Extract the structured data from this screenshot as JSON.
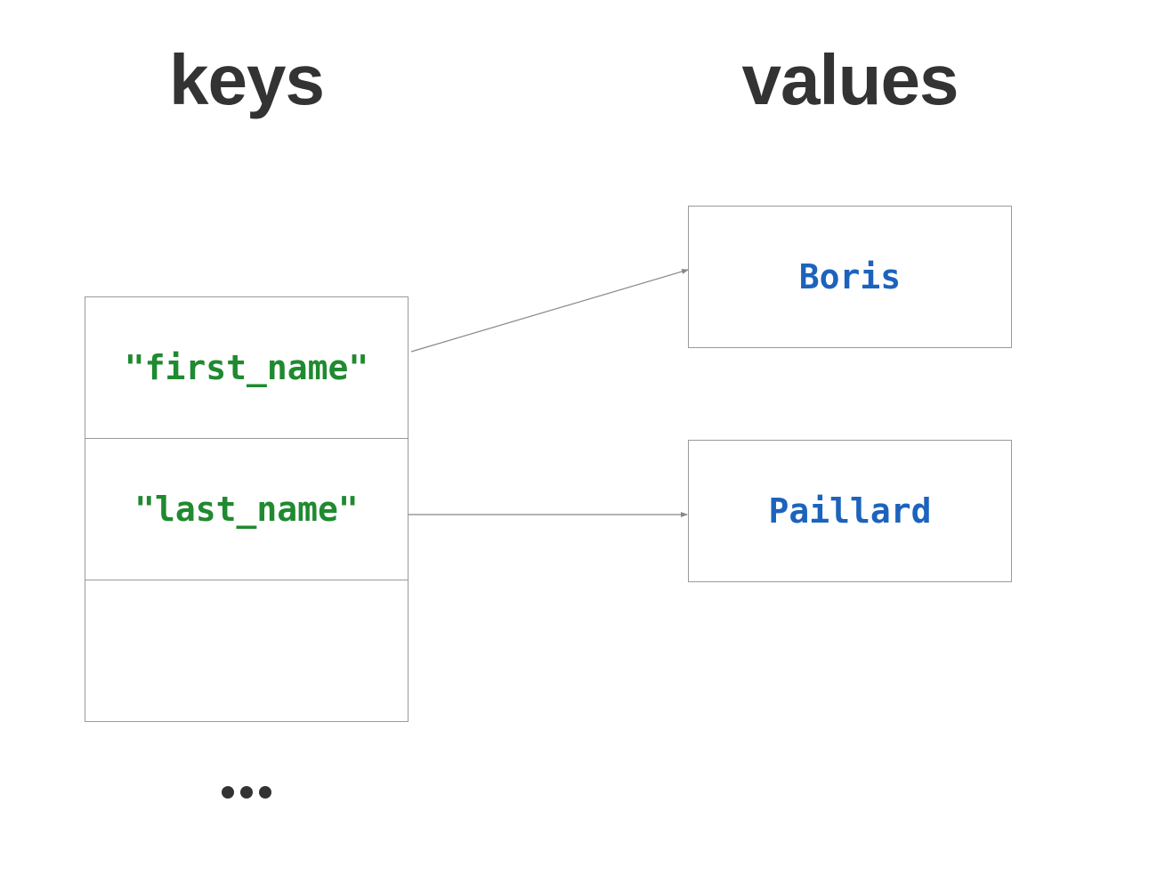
{
  "headings": {
    "keys": "keys",
    "values": "values"
  },
  "keys": [
    "\"first_name\"",
    "\"last_name\"",
    ""
  ],
  "values": [
    "Boris",
    "Paillard"
  ],
  "colors": {
    "heading": "#333333",
    "key_text": "#1f8a2f",
    "value_text": "#1c63bd",
    "border": "#9a9a9a",
    "arrow": "#888888"
  },
  "ellipsis_icon": "ellipsis-icon"
}
